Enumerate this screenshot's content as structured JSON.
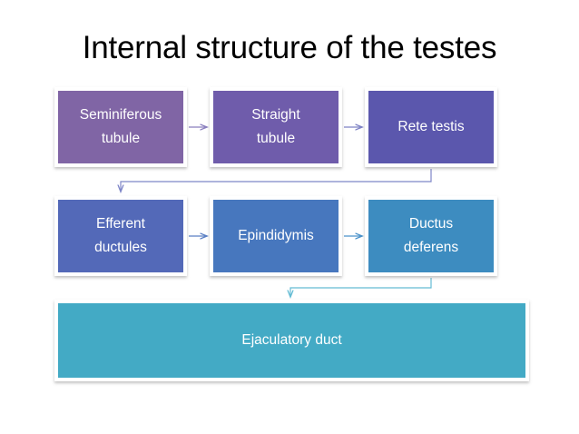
{
  "slide": {
    "title": "Internal structure of the testes",
    "background_color": "#ffffff"
  },
  "diagram": {
    "type": "flowchart",
    "orientation": "left-to-right, wrapping",
    "nodes": [
      {
        "id": "seminiferous-tubule",
        "label": "Seminiferous\ntubule",
        "row": 1,
        "column": 1,
        "color": "#8065A5"
      },
      {
        "id": "straight-tubule",
        "label": "Straight\ntubule",
        "row": 1,
        "column": 2,
        "color": "#6F5CAB"
      },
      {
        "id": "rete-testis",
        "label": "Rete testis",
        "row": 1,
        "column": 3,
        "color": "#5B57AD"
      },
      {
        "id": "efferent-ductules",
        "label": "Efferent\nductules",
        "row": 2,
        "column": 1,
        "color": "#5369B8"
      },
      {
        "id": "epindidymis",
        "label": "Epindidymis",
        "row": 2,
        "column": 2,
        "color": "#4777BE"
      },
      {
        "id": "ductus-deferens",
        "label": "Ductus\ndeferens",
        "row": 2,
        "column": 3,
        "color": "#3D8CC0"
      },
      {
        "id": "ejaculatory-duct",
        "label": "Ejaculatory duct",
        "row": 3,
        "column": 1,
        "color": "#43AAC5"
      }
    ],
    "connectors": [
      {
        "from": "seminiferous-tubule",
        "to": "straight-tubule",
        "style": "straight-horizontal",
        "color": "#8A7FBE"
      },
      {
        "from": "straight-tubule",
        "to": "rete-testis",
        "style": "straight-horizontal",
        "color": "#7E82C4"
      },
      {
        "from": "rete-testis",
        "to": "efferent-ductules",
        "style": "elbow-down-left",
        "color": "#7E86C8"
      },
      {
        "from": "efferent-ductules",
        "to": "epindidymis",
        "style": "straight-horizontal",
        "color": "#5B7FC4"
      },
      {
        "from": "epindidymis",
        "to": "ductus-deferens",
        "style": "straight-horizontal",
        "color": "#4B92C9"
      },
      {
        "from": "ductus-deferens",
        "to": "ejaculatory-duct",
        "style": "elbow-down-left",
        "color": "#64BCD4"
      }
    ]
  }
}
